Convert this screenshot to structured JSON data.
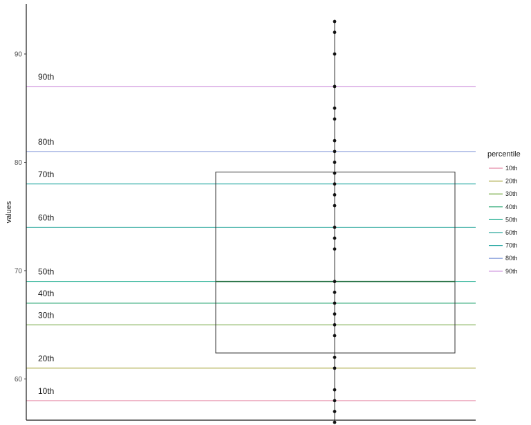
{
  "chart_data": {
    "type": "box",
    "ylabel": "values",
    "ylim": [
      56.2,
      94.6
    ],
    "yticks": [
      60,
      70,
      80,
      90
    ],
    "points": [
      93,
      92,
      90,
      87,
      85,
      84,
      82,
      81,
      80,
      79,
      78,
      77,
      76,
      74,
      73,
      72,
      69,
      68,
      67,
      66,
      65,
      64,
      62,
      61,
      59,
      58,
      57,
      56
    ],
    "box": {
      "q1": 62.4,
      "median": 69,
      "q3": 79.1
    },
    "percentiles": [
      {
        "label": "10th",
        "value": 58,
        "color": "#e58aa8"
      },
      {
        "label": "20th",
        "value": 61,
        "color": "#a7a43a"
      },
      {
        "label": "30th",
        "value": 65,
        "color": "#6fa63a"
      },
      {
        "label": "40th",
        "value": 67,
        "color": "#27a670"
      },
      {
        "label": "50th",
        "value": 69,
        "color": "#1fae8f"
      },
      {
        "label": "60th",
        "value": 74,
        "color": "#2aa79c"
      },
      {
        "label": "70th",
        "value": 78,
        "color": "#21a5a0"
      },
      {
        "label": "80th",
        "value": 81,
        "color": "#7f95d8"
      },
      {
        "label": "90th",
        "value": 87,
        "color": "#c57bd6"
      }
    ],
    "legend": {
      "title": "percentile",
      "position": "right"
    },
    "grid": false
  }
}
